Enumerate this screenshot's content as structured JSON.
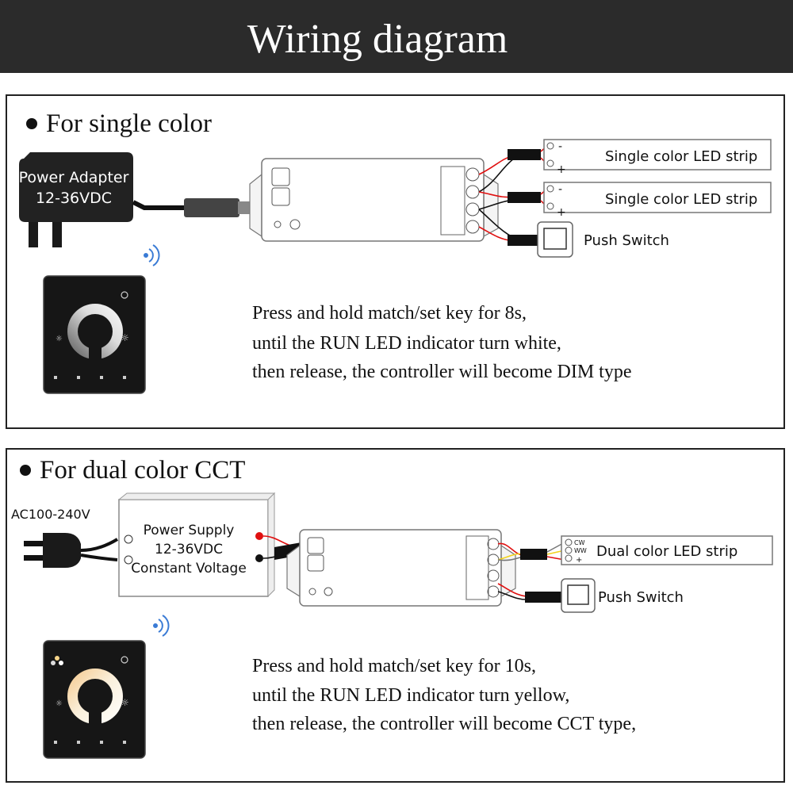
{
  "title": "Wiring diagram",
  "single": {
    "heading": "For single color",
    "adapter": {
      "line1": "Power Adapter",
      "line2": "12-36VDC"
    },
    "strip_label_1": "Single color LED strip",
    "strip_label_2": "Single color LED strip",
    "push_switch": "Push Switch",
    "minus": "-",
    "plus": "+",
    "instruction": [
      "Press and hold match/set key for 8s,",
      "until the RUN LED indicator turn white,",
      "then release, the controller will become DIM type"
    ]
  },
  "dual": {
    "heading": "For dual color CCT",
    "ac_label": "AC100-240V",
    "psu": {
      "line1": "Power Supply",
      "line2": "12-36VDC",
      "line3": "Constant Voltage"
    },
    "strip_label": "Dual color LED strip",
    "cw": "CW",
    "ww": "WW",
    "plus": "+",
    "push_switch": "Push Switch",
    "instruction": [
      "Press and hold match/set key for 10s,",
      "until the RUN LED indicator turn yellow,",
      "then release, the controller will become CCT type,"
    ]
  },
  "colors": {
    "title_bar": "#2b2b2b",
    "wire_red": "#e01010",
    "wire_yellow": "#f2d21a",
    "wire_black": "#111111",
    "panel_black": "#161616"
  }
}
